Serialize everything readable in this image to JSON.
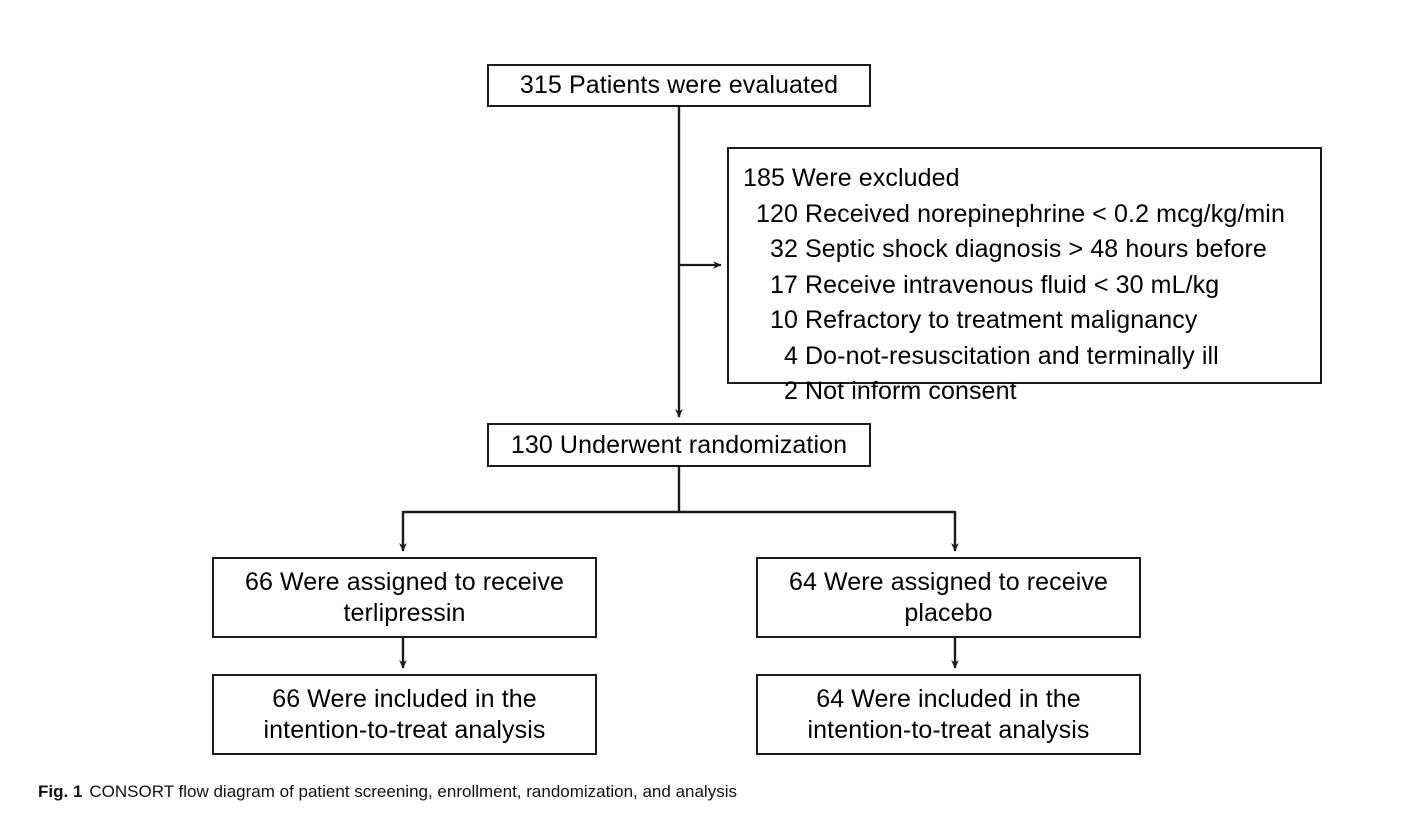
{
  "figure": {
    "caption_label": "Fig. 1",
    "caption_text": "CONSORT flow diagram of patient screening, enrollment, randomization, and analysis"
  },
  "diagram": {
    "type": "consort-flow-diagram",
    "line_color": "#1a1a1a",
    "background_color": "#ffffff",
    "nodes": {
      "evaluated": {
        "text": "315 Patients were evaluated",
        "count": 315
      },
      "excluded": {
        "heading": "185 Were excluded",
        "count": 185,
        "reasons": [
          {
            "count": "120",
            "text": "Received norepinephrine < 0.2 mcg/kg/min"
          },
          {
            "count": "32",
            "text": "Septic shock diagnosis > 48 hours before"
          },
          {
            "count": "17",
            "text": "Receive intravenous fluid < 30 mL/kg"
          },
          {
            "count": "10",
            "text": "Refractory to treatment malignancy"
          },
          {
            "count": "4",
            "text": "Do-not-resuscitation and terminally ill"
          },
          {
            "count": "2",
            "text": "Not inform consent"
          }
        ]
      },
      "randomized": {
        "text": "130 Underwent randomization",
        "count": 130
      },
      "arm_treatment": {
        "text": "66 Were assigned to receive\nterlipressin",
        "count": 66
      },
      "arm_control": {
        "text": "64 Were assigned to receive\nplacebo",
        "count": 64
      },
      "itt_treatment": {
        "text": "66 Were included in the\nintention-to-treat analysis",
        "count": 66
      },
      "itt_control": {
        "text": "64 Were included in the\nintention-to-treat analysis",
        "count": 64
      }
    }
  }
}
